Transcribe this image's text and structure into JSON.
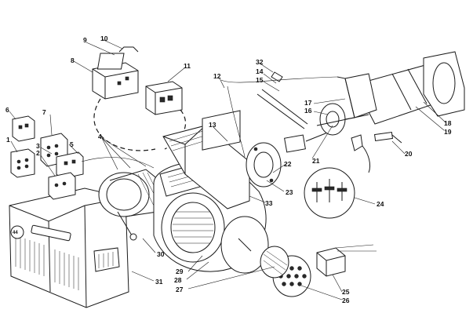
{
  "diagram": {
    "callouts": [
      "1",
      "2",
      "3",
      "4",
      "5",
      "6",
      "7",
      "8",
      "9",
      "10",
      "11",
      "12",
      "13",
      "14",
      "15",
      "16",
      "17",
      "18",
      "19",
      "20",
      "21",
      "22",
      "23",
      "24",
      "25",
      "26",
      "27",
      "28",
      "29",
      "30",
      "31",
      "32",
      "33"
    ],
    "badge": "44",
    "colors": {
      "ink": "#1a1a1a",
      "paper": "#ffffff"
    }
  }
}
